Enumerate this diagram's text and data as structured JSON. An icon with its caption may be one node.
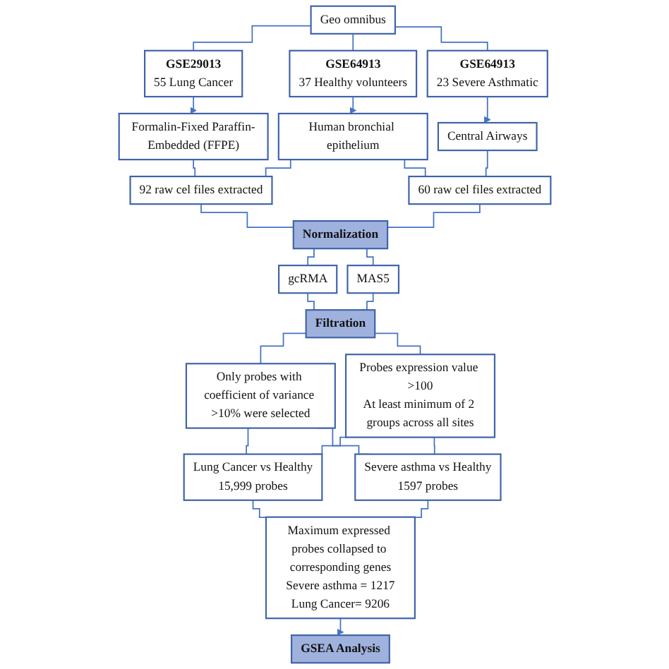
{
  "diagram": {
    "nodes": [
      {
        "text": [
          "Geo omnibus"
        ]
      },
      {
        "text": [
          "GSE29013",
          "55 Lung Cancer"
        ]
      },
      {
        "text": [
          "GSE64913",
          "37 Healthy volunteers"
        ]
      },
      {
        "text": [
          "GSE64913",
          "23 Severe Asthmatic"
        ]
      },
      {
        "text": [
          "Formalin-Fixed Paraffin-Embedded (FFPE)"
        ]
      },
      {
        "text": [
          "Human bronchial epithelium"
        ]
      },
      {
        "text": [
          "Central Airways"
        ]
      },
      {
        "text": [
          "92 raw cel files extracted"
        ]
      },
      {
        "text": [
          "60 raw cel files extracted"
        ]
      },
      {
        "text": [
          "Normalization"
        ]
      },
      {
        "text": [
          "gcRMA"
        ]
      },
      {
        "text": [
          "MAS5"
        ]
      },
      {
        "text": [
          "Filtration"
        ]
      },
      {
        "text": [
          "Only probes with coefficient of variance >10% were selected"
        ]
      },
      {
        "text": [
          "Probes expression value >100",
          "At least minimum of 2 groups across all sites"
        ]
      },
      {
        "text": [
          "Lung Cancer vs Healthy",
          "15,999 probes"
        ]
      },
      {
        "text": [
          "Severe asthma vs Healthy",
          "1597 probes"
        ]
      },
      {
        "text": [
          "Maximum expressed probes collapsed to corresponding genes",
          "Severe asthma = 1217",
          "Lung Cancer= 9206"
        ]
      },
      {
        "text": [
          "GSEA Analysis"
        ]
      }
    ],
    "edges": [
      {
        "from": 0,
        "to": 1,
        "arrow": "none"
      },
      {
        "from": 0,
        "to": 2,
        "arrow": "none"
      },
      {
        "from": 0,
        "to": 3,
        "arrow": "none"
      },
      {
        "from": 1,
        "to": 4,
        "arrow": "to"
      },
      {
        "from": 2,
        "to": 5,
        "arrow": "to"
      },
      {
        "from": 3,
        "to": 6,
        "arrow": "to"
      },
      {
        "from": 4,
        "to": 7,
        "arrow": "none"
      },
      {
        "from": 5,
        "to": 7,
        "arrow": "none"
      },
      {
        "from": 5,
        "to": 8,
        "arrow": "none"
      },
      {
        "from": 6,
        "to": 8,
        "arrow": "none"
      },
      {
        "from": 7,
        "to": 9,
        "arrow": "none"
      },
      {
        "from": 8,
        "to": 9,
        "arrow": "none"
      },
      {
        "from": 9,
        "to": 10,
        "arrow": "none"
      },
      {
        "from": 9,
        "to": 11,
        "arrow": "none"
      },
      {
        "from": 10,
        "to": 12,
        "arrow": "none"
      },
      {
        "from": 11,
        "to": 12,
        "arrow": "none"
      },
      {
        "from": 12,
        "to": 13,
        "arrow": "none"
      },
      {
        "from": 12,
        "to": 14,
        "arrow": "none"
      },
      {
        "from": 13,
        "to": 15,
        "arrow": "none"
      },
      {
        "from": 13,
        "to": 16,
        "arrow": "none"
      },
      {
        "from": 14,
        "to": 15,
        "arrow": "none"
      },
      {
        "from": 14,
        "to": 16,
        "arrow": "none"
      },
      {
        "from": 15,
        "to": 17,
        "arrow": "none"
      },
      {
        "from": 16,
        "to": 17,
        "arrow": "none"
      },
      {
        "from": 17,
        "to": 18,
        "arrow": "to"
      }
    ]
  }
}
